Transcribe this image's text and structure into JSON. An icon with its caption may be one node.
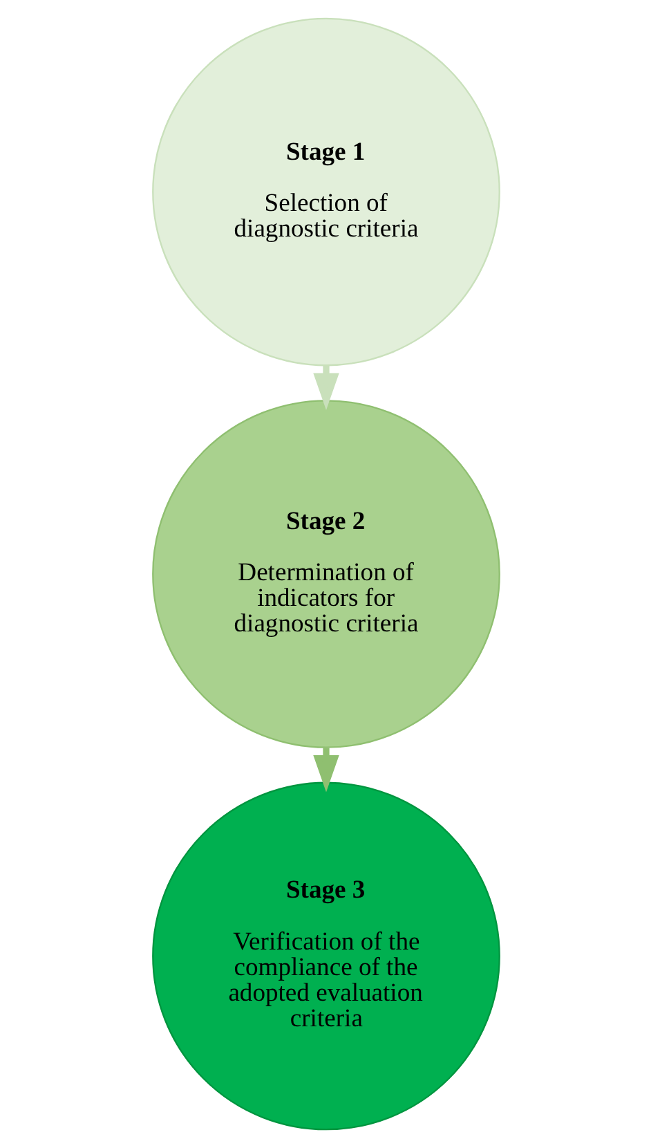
{
  "diagram": {
    "nodes": [
      {
        "text": [
          "Stage 1",
          "Selection of diagnostic criteria"
        ]
      },
      {
        "text": [
          "Stage 2",
          "Determination of indicators for diagnostic criteria"
        ]
      },
      {
        "text": [
          "Stage 3",
          "Verification of the compliance of the adopted evaluation criteria"
        ]
      }
    ],
    "edges": [
      {
        "from": 0,
        "to": 1,
        "arrow": "to"
      },
      {
        "from": 1,
        "to": 2,
        "arrow": "to"
      }
    ]
  }
}
